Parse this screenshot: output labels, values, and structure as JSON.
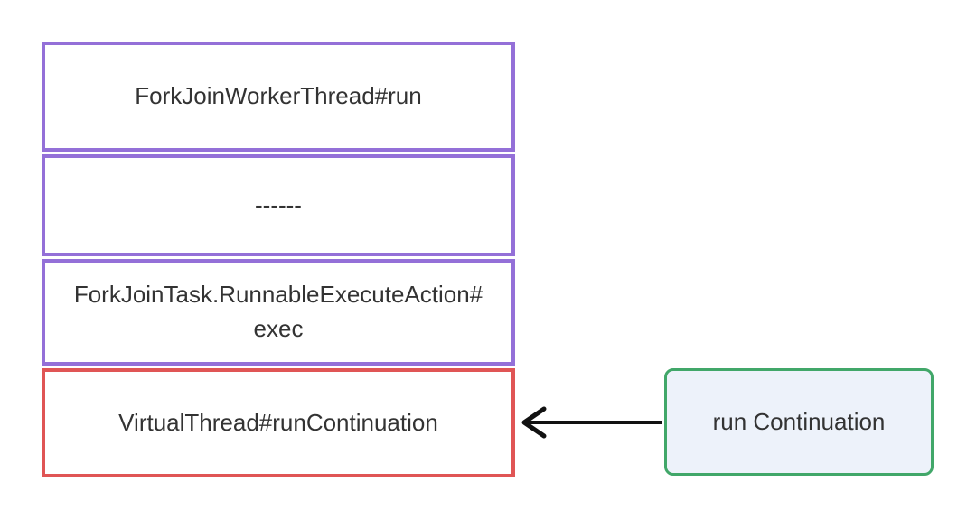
{
  "diagram": {
    "stack": {
      "frames": [
        {
          "label": "ForkJoinWorkerThread#run",
          "border": "purple"
        },
        {
          "label": "------",
          "border": "purple"
        },
        {
          "label": "ForkJoinTask.RunnableExecuteAction#\nexec",
          "border": "purple"
        },
        {
          "label": "VirtualThread#runContinuation",
          "border": "red"
        }
      ]
    },
    "callout": {
      "label": "run Continuation"
    },
    "arrow": {
      "direction": "left",
      "from": "callout",
      "to": "bottom-stack-frame"
    }
  },
  "colors": {
    "frame-purple": "#9470d8",
    "frame-red": "#e05555",
    "callout-green": "#41a769",
    "callout-fill": "#edf2fa",
    "arrow-black": "#111111",
    "text": "#333333",
    "background": "#ffffff"
  }
}
